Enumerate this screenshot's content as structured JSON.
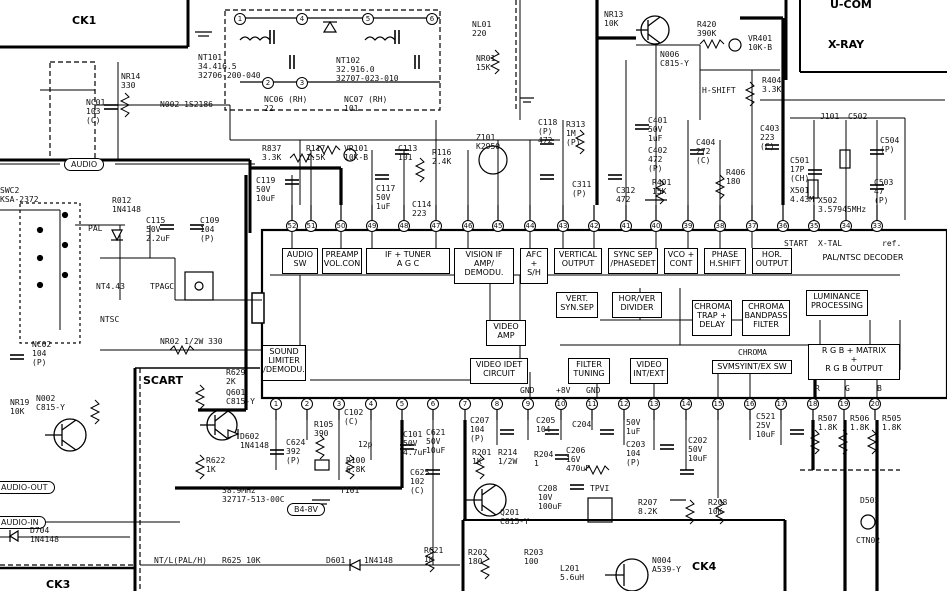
{
  "diagram": {
    "corner_labels": {
      "ck1": "CK1",
      "ucom": "U-COM",
      "xray": "X-RAY",
      "scart": "SCART",
      "ck4": "CK4",
      "ck3": "CK3"
    },
    "blocks": [
      {
        "id": "audio_sw",
        "text": "AUDIO\nSW"
      },
      {
        "id": "preamp",
        "text": "PREAMP\nVOL.CON"
      },
      {
        "id": "if_tuner",
        "text": "IF + TUNER\nA G C"
      },
      {
        "id": "vision_if",
        "text": "VISION IF\nAMP/\nDEMODU."
      },
      {
        "id": "afc",
        "text": "AFC\n+\nS/H"
      },
      {
        "id": "vertical",
        "text": "VERTICAL\nOUTPUT"
      },
      {
        "id": "sync_sep",
        "text": "SYNC SEP\n/PHASEDET"
      },
      {
        "id": "vco",
        "text": "VCO +\nCONT"
      },
      {
        "id": "phase",
        "text": "PHASE\nH.SHIFT"
      },
      {
        "id": "hor_out",
        "text": "HOR.\nOUTPUT"
      },
      {
        "id": "pal_ntsc",
        "text": "PAL/NTSC DECODER"
      },
      {
        "id": "vert_syn",
        "text": "VERT.\nSYN.SEP"
      },
      {
        "id": "hor_ver_div",
        "text": "HOR/VER\nDIVIDER"
      },
      {
        "id": "chroma_trap",
        "text": "CHROMA\nTRAP +\nDELAY"
      },
      {
        "id": "chroma_bp",
        "text": "CHROMA\nBANDPASS\nFILTER"
      },
      {
        "id": "luma",
        "text": "LUMINANCE\nPROCESSING"
      },
      {
        "id": "video_amp",
        "text": "VIDEO\nAMP"
      },
      {
        "id": "sound_lim",
        "text": "SOUND\nLIMITER\n/DEMODU."
      },
      {
        "id": "video_ident",
        "text": "VIDEO IDET\nCIRCUIT"
      },
      {
        "id": "filter_tuning",
        "text": "FILTER\nTUNING"
      },
      {
        "id": "video_intext",
        "text": "VIDEO\nINT/EXT"
      },
      {
        "id": "svm_sw",
        "text": "SVMSYINT/EX SW"
      },
      {
        "id": "rgb_matrix",
        "text": "R G B + MATRIX\n+\nR G B OUTPUT"
      }
    ],
    "ic_labels": {
      "start": "START",
      "xtal": "X-TAL",
      "ref": "ref.",
      "chroma": "CHROMA",
      "gnd": "GND",
      "vcc": "+8V",
      "r": "R",
      "g": "G",
      "b": "B"
    },
    "pins_top": [
      "52",
      "51",
      "50",
      "49",
      "48",
      "47",
      "46",
      "45",
      "44",
      "43",
      "42",
      "41",
      "40",
      "39",
      "38",
      "37",
      "36",
      "35",
      "34",
      "33"
    ],
    "pins_bottom": [
      "1",
      "2",
      "3",
      "4",
      "5",
      "6",
      "7",
      "8",
      "9",
      "10",
      "11",
      "12",
      "13",
      "14",
      "15",
      "16",
      "17",
      "18",
      "19",
      "20"
    ],
    "connector_pins": [
      "1",
      "2",
      "3",
      "4",
      "5",
      "6"
    ],
    "signal_tags": {
      "audio": "AUDIO",
      "audio_out": "AUDIO-OUT",
      "audio_in": "AUDIO-IN",
      "b4_8v": "B4-8V"
    },
    "components": {
      "l_top": [
        "NT101\n34.416.5\n32706-200-040",
        "NT102\n32.916.0\n32707-023-010",
        "NL01\n220",
        "NR01\n15K",
        "NR14\n330",
        "NC01\n103\n(C)",
        "N002 1S2186",
        "NC06 (RH)\n22",
        "NC07 (RH)\n101",
        "NR13\n10K",
        "N006\nC815-Y",
        "R420\n390K",
        "VR401\n10K-B",
        "H-SHIFT",
        "R404\n3.3K",
        "C401\n50V\n1uF",
        "C402\n472\n(P)",
        "R401\n15K",
        "C404\n272\n(C)",
        "R406\n180",
        "C403\n223\n(C)",
        "J101",
        "C502",
        "C501\n17P\n(CH)",
        "X501\n4.43M",
        "X502\n3.57945MHz",
        "C504\n(P)",
        "C503\n47\n(P)",
        "R837\n3.3K",
        "R117\n1.5K",
        "VR101\n10K-B",
        "C113\n101",
        "R116\n2.4K",
        "Z101\nK2950",
        "C118\n(P)\n472",
        "R313\n1M\n(P)",
        "C311\n(P)",
        "C312\n472",
        "C119\n50V\n10uF",
        "C117\n50V\n1uF",
        "C114\n223",
        "SWC2\nKSA-2372",
        "R012\n1N4148",
        "C115\n50V\n2.2uF",
        "C109\n104\n(P)",
        "PAL",
        "NT4.43",
        "NTSC",
        "TPAGC",
        "NC02\n104\n(P)",
        "NR19\n10K",
        "N002\nC815-Y",
        "NR02 1/2W 330"
      ],
      "l_bottom": [
        "R629\n2K",
        "Q601\nC815-Y",
        "D602\n1N4148",
        "R622\n1K",
        "C624\n392\n(P)",
        "R105\n390",
        "C102\n(C)",
        "12p",
        "R100\n6.8K",
        "T101",
        "38.9MHz\n32717-513-00C",
        "C101\n50V\n4.7uF",
        "C621\n50V\n10uF",
        "C625\n102\n(C)",
        "C207\n104\n(P)",
        "C205\n104",
        "C204",
        "C203\n104\n(P)",
        "R201\n1K",
        "R214\n1/2W",
        "R204\n1",
        "C206\n16V\n470uF",
        "C208\n10V\n100uF",
        "TPVI",
        "Q201\nC815-Y",
        "C202\n50V\n10uF",
        "C521\n25V\n10uF",
        "R207\n8.2K",
        "R208\n10K",
        "R507\n1.8K",
        "R506\n1.8K",
        "R505\n1.8K",
        "D505",
        "CTN02",
        "R202\n180",
        "R203\n100",
        "L201\n5.6uH",
        "N004\nA539-Y",
        "D601",
        "1N4148",
        "R621\n1K",
        "R625 10K",
        "NT/L(PAL/H)",
        "D704\n1N4148",
        "50V\n1uF"
      ]
    }
  }
}
